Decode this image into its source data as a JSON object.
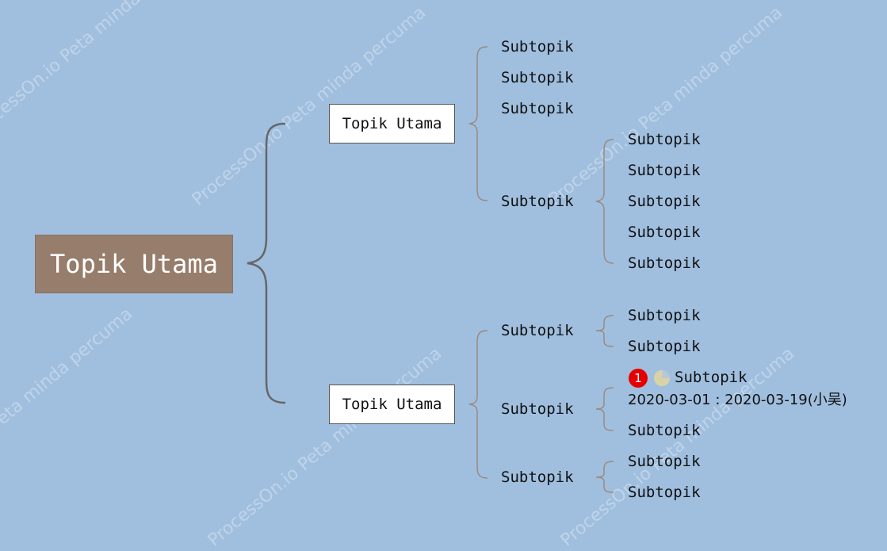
{
  "watermark": "ProcessOn.io Peta minda percuma",
  "root": {
    "label": "Topik Utama"
  },
  "branches": [
    {
      "label": "Topik Utama",
      "children": [
        {
          "label": "Subtopik"
        },
        {
          "label": "Subtopik"
        },
        {
          "label": "Subtopik"
        },
        {
          "label": "Subtopik",
          "children": [
            "Subtopik",
            "Subtopik",
            "Subtopik",
            "Subtopik",
            "Subtopik"
          ]
        }
      ]
    },
    {
      "label": "Topik Utama",
      "children": [
        {
          "label": "Subtopik",
          "children": [
            "Subtopik",
            "Subtopik"
          ]
        },
        {
          "label": "Subtopik",
          "children": [
            {
              "label": "Subtopik",
              "priority": "1",
              "progress_icon": "quarter-progress-icon",
              "date_range": "2020-03-01 : 2020-03-19(小吴)"
            },
            {
              "label": "Subtopik"
            }
          ]
        },
        {
          "label": "Subtopik",
          "children": [
            "Subtopik",
            "Subtopik"
          ]
        }
      ]
    }
  ],
  "colors": {
    "background": "#a0bfdf",
    "root_fill": "#977d6b",
    "connector_main": "#666666",
    "connector_sub": "#9a8a7e",
    "priority_badge": "#e50000",
    "progress_icon": "#d9d2a6"
  }
}
